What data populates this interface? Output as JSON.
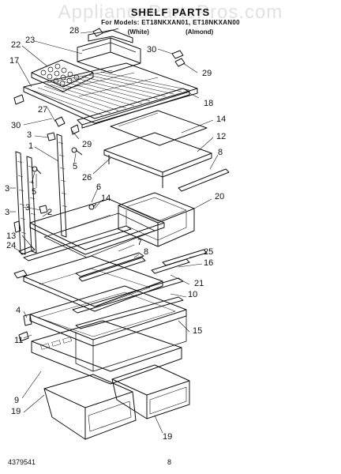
{
  "header": {
    "title": "SHELF PARTS",
    "models": "For Models: ET18NKXAN01, ET18NKXAN00",
    "finish_1": "(White)",
    "finish_2": "(Almond)"
  },
  "watermark": "AppliancePartsPros.com",
  "callouts": [
    {
      "id": "28",
      "text": "28"
    },
    {
      "id": "22",
      "text": "22"
    },
    {
      "id": "23",
      "text": "23"
    },
    {
      "id": "30a",
      "text": "30"
    },
    {
      "id": "17",
      "text": "17"
    },
    {
      "id": "29a",
      "text": "29"
    },
    {
      "id": "18",
      "text": "18"
    },
    {
      "id": "27",
      "text": "27"
    },
    {
      "id": "30b",
      "text": "30"
    },
    {
      "id": "14a",
      "text": "14"
    },
    {
      "id": "29b",
      "text": "29"
    },
    {
      "id": "3a",
      "text": "3"
    },
    {
      "id": "12",
      "text": "12"
    },
    {
      "id": "1",
      "text": "1"
    },
    {
      "id": "5a",
      "text": "5"
    },
    {
      "id": "8a",
      "text": "8"
    },
    {
      "id": "26",
      "text": "26"
    },
    {
      "id": "5b",
      "text": "5"
    },
    {
      "id": "3b",
      "text": "3"
    },
    {
      "id": "6",
      "text": "6"
    },
    {
      "id": "14b",
      "text": "14"
    },
    {
      "id": "20",
      "text": "20"
    },
    {
      "id": "3c",
      "text": "3"
    },
    {
      "id": "2",
      "text": "2"
    },
    {
      "id": "13",
      "text": "13"
    },
    {
      "id": "7",
      "text": "7"
    },
    {
      "id": "24",
      "text": "24"
    },
    {
      "id": "8b",
      "text": "8"
    },
    {
      "id": "25",
      "text": "25"
    },
    {
      "id": "16",
      "text": "16"
    },
    {
      "id": "21",
      "text": "21"
    },
    {
      "id": "10",
      "text": "10"
    },
    {
      "id": "4",
      "text": "4"
    },
    {
      "id": "15",
      "text": "15"
    },
    {
      "id": "11",
      "text": "11"
    },
    {
      "id": "9",
      "text": "9"
    },
    {
      "id": "19a",
      "text": "19"
    },
    {
      "id": "19b",
      "text": "19"
    }
  ],
  "footer": {
    "doc_number": "4379541",
    "page_number": "8"
  }
}
